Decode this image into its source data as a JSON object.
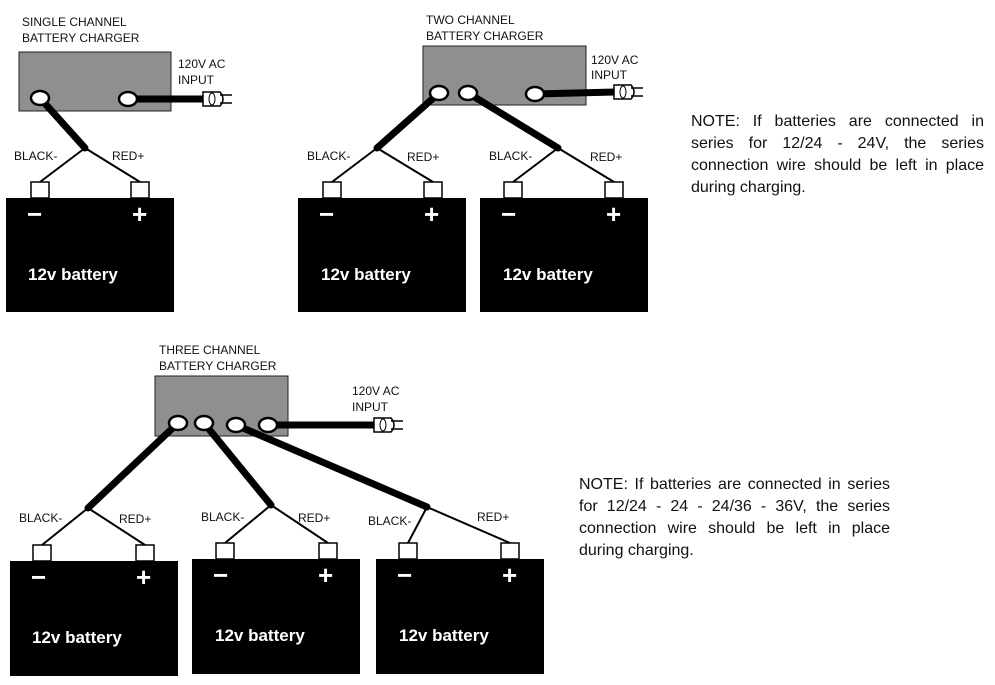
{
  "colors": {
    "charger": "#8f8f8f",
    "battery": "#000000",
    "wire": "#000000",
    "terminal": "#ffffff"
  },
  "diagram1": {
    "title_line1": "SINGLE CHANNEL",
    "title_line2": "BATTERY CHARGER",
    "ac_line1": "120V AC",
    "ac_line2": "INPUT",
    "black": "BLACK-",
    "red": "RED+",
    "battery": "12v battery"
  },
  "diagram2": {
    "title_line1": "TWO CHANNEL",
    "title_line2": "BATTERY CHARGER",
    "ac_line1": "120V AC",
    "ac_line2": "INPUT",
    "black_a": "BLACK-",
    "red_a": "RED+",
    "black_b": "BLACK-",
    "red_b": "RED+",
    "battery_a": "12v battery",
    "battery_b": "12v battery"
  },
  "diagram3": {
    "title_line1": "THREE CHANNEL",
    "title_line2": "BATTERY CHARGER",
    "ac_line1": "120V AC",
    "ac_line2": "INPUT",
    "black_a": "BLACK-",
    "red_a": "RED+",
    "black_b": "BLACK-",
    "red_b": "RED+",
    "black_c": "BLACK-",
    "red_c": "RED+",
    "battery_a": "12v battery",
    "battery_b": "12v battery",
    "battery_c": "12v battery"
  },
  "signs": {
    "minus": "−",
    "plus": "+"
  },
  "notes": {
    "note1": "NOTE: If batteries are connected in series for 12/24 - 24V, the series connection wire should be left in place during charging.",
    "note2": "NOTE: If batteries are connected in series for 12/24 - 24 - 24/36 - 36V, the series connection wire should be left in place during charging."
  }
}
